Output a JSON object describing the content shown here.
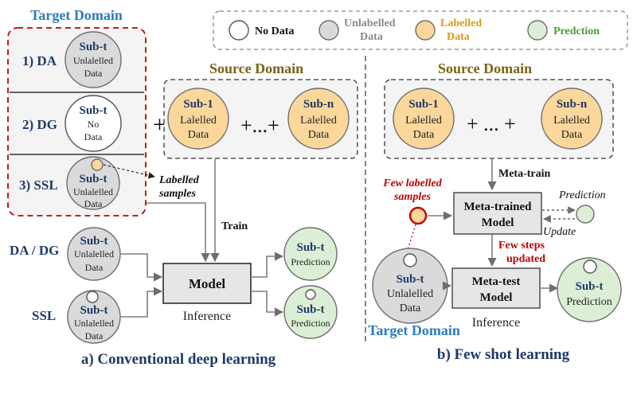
{
  "legend": {
    "no_data": "No Data",
    "unlabelled_1": "Unlabelled",
    "unlabelled_2": "Data",
    "labelled_1": "Labelled",
    "labelled_2": "Data",
    "prediction": "Predction",
    "colors": {
      "no_data": "#ffffff",
      "unlabelled": "#dadada",
      "labelled": "#fbd79b",
      "prediction": "#dcefd6",
      "text_gray": "#8a8a8a",
      "text_orange": "#d89a1c",
      "text_green": "#4f9a3c"
    }
  },
  "left": {
    "target_domain_title": "Target Domain",
    "rows": [
      {
        "label": "1) DA",
        "sub": "Sub-t",
        "line1": "Unlalelled",
        "line2": "Data"
      },
      {
        "label": "2) DG",
        "sub": "Sub-t",
        "line1": "No",
        "line2": "Data"
      },
      {
        "label": "3) SSL",
        "sub": "Sub-t",
        "line1": "Unlalelled",
        "line2": "Data"
      }
    ],
    "plus": "+",
    "source_domain_title": "Source Domain",
    "source_first": {
      "sub": "Sub-1",
      "line1": "Lalelled",
      "line2": "Data"
    },
    "source_dots": "+...+",
    "source_last": {
      "sub": "Sub-n",
      "line1": "Lalelled",
      "line2": "Data"
    },
    "labelled_samples_1": "Labelled",
    "labelled_samples_2": "samples",
    "train": "Train",
    "da_dg_label": "DA / DG",
    "ssl_label": "SSL",
    "input_circle": {
      "sub": "Sub-t",
      "line1": "Unlalelled",
      "line2": "Data"
    },
    "model": "Model",
    "inference": "Inference",
    "pred_circle": {
      "sub": "Sub-t",
      "line1": "Prediction"
    },
    "caption": "a) Conventional deep learning"
  },
  "right": {
    "source_domain_title": "Source Domain",
    "source_first": {
      "sub": "Sub-1",
      "line1": "Lalelled",
      "line2": "Data"
    },
    "source_dots": "+ ... +",
    "source_last": {
      "sub": "Sub-n",
      "line1": "Lalelled",
      "line2": "Data"
    },
    "meta_train": "Meta-train",
    "few_labelled_1": "Few labelled",
    "few_labelled_2": "samples",
    "meta_trained_1": "Meta-trained",
    "meta_trained_2": "Model",
    "prediction": "Prediction",
    "update": "Update",
    "few_steps_1": "Few steps",
    "few_steps_2": "updated",
    "target_circle": {
      "sub": "Sub-t",
      "line1": "Unlalelled",
      "line2": "Data"
    },
    "meta_test_1": "Meta-test",
    "meta_test_2": "Model",
    "inference": "Inference",
    "pred_circle": {
      "sub": "Sub-t",
      "line1": "Prediction"
    },
    "target_domain_title": "Target Domain",
    "caption": "b) Few shot learning"
  }
}
